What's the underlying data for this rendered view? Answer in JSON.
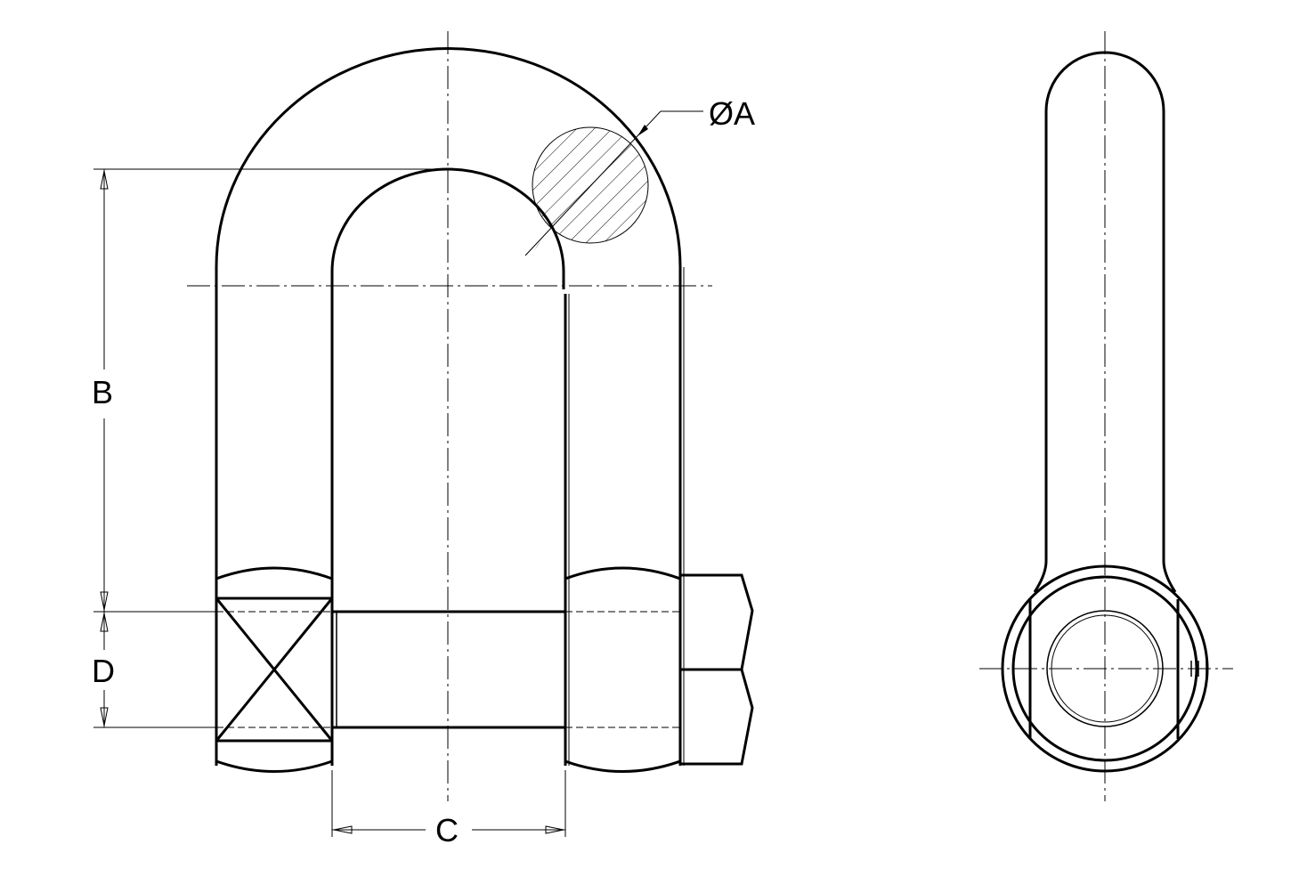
{
  "dimensions": {
    "diameter_label": "ØA",
    "height_label": "B",
    "width_label": "C",
    "pin_label": "D"
  },
  "colors": {
    "line": "#000000",
    "background": "#ffffff"
  }
}
